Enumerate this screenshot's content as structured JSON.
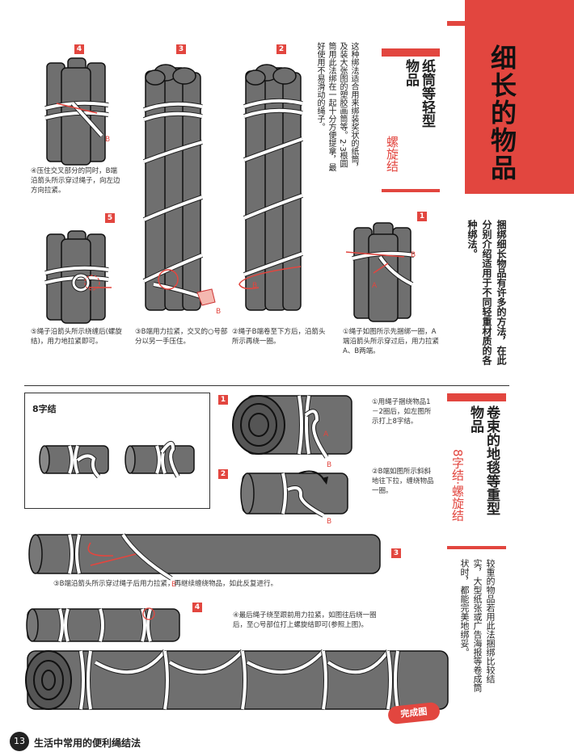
{
  "section_header": {
    "title": "细长的物品"
  },
  "intro": {
    "text": "捆绑细长物品有许多的方法，在此分别介绍适用于不同轻重材质的各种绑法。"
  },
  "section1": {
    "heading": "纸筒等轻型物品",
    "subheading": "螺旋结",
    "desc": "这种绑法适合用来绑装奖状的纸筒，及装大张图的塑胶画筒等。2·3根圆筒用此法绑在一起十分方便提拿，最好使用不易滑动的绳子。",
    "steps": [
      {
        "num": "1",
        "caption": "①绳子如图所示先捆绑一圈，A端沿箭头所示穿过后，用力拉紧A、B两端。"
      },
      {
        "num": "2",
        "caption": "②绳子B端卷至下方后，沿箭头所示再绕一圈。"
      },
      {
        "num": "3",
        "caption": "③B端用力拉紧，交叉的○号部分以另一手压住。"
      },
      {
        "num": "4",
        "caption": "④压住交叉部分的同时，B端沿箭头所示穿过绳子，向左边方向拉紧。"
      },
      {
        "num": "5",
        "caption": "⑤绳子沿箭头所示绕缠后(螺旋结)，用力地拉紧即可。"
      }
    ],
    "labels": {
      "a": "A",
      "b": "B"
    }
  },
  "section2": {
    "heading": "卷束的地毯等重型物品",
    "subheading": "8字结·螺旋结",
    "desc": "较重的物品若用此法捆绑比较结实，大型纸张或广告海报等卷成筒状时，都能完美地绑妥。",
    "figure8_label": "8字结",
    "steps": [
      {
        "num": "1",
        "caption": "①用绳子捆绕物品1－2圈后，如左图所示打上8字结。"
      },
      {
        "num": "2",
        "caption": "②B端如图所示斜斜地往下拉，缠绕物品一圈。"
      },
      {
        "num": "3",
        "caption": "③B端沿箭头所示穿过绳子后用力拉紧，再继续缠绕物品，如此反复进行。"
      },
      {
        "num": "4",
        "caption": "④最后绳子绕至跟前用力拉紧，如图往后绕一圈后，至○号部位打上螺旋结即可(参照上图)。"
      }
    ],
    "complete_label": "完成图"
  },
  "footer": {
    "page_number": "13",
    "book_title": "生活中常用的便利绳结法"
  },
  "colors": {
    "accent": "#e2463f",
    "rod": "#6f6f6f"
  }
}
